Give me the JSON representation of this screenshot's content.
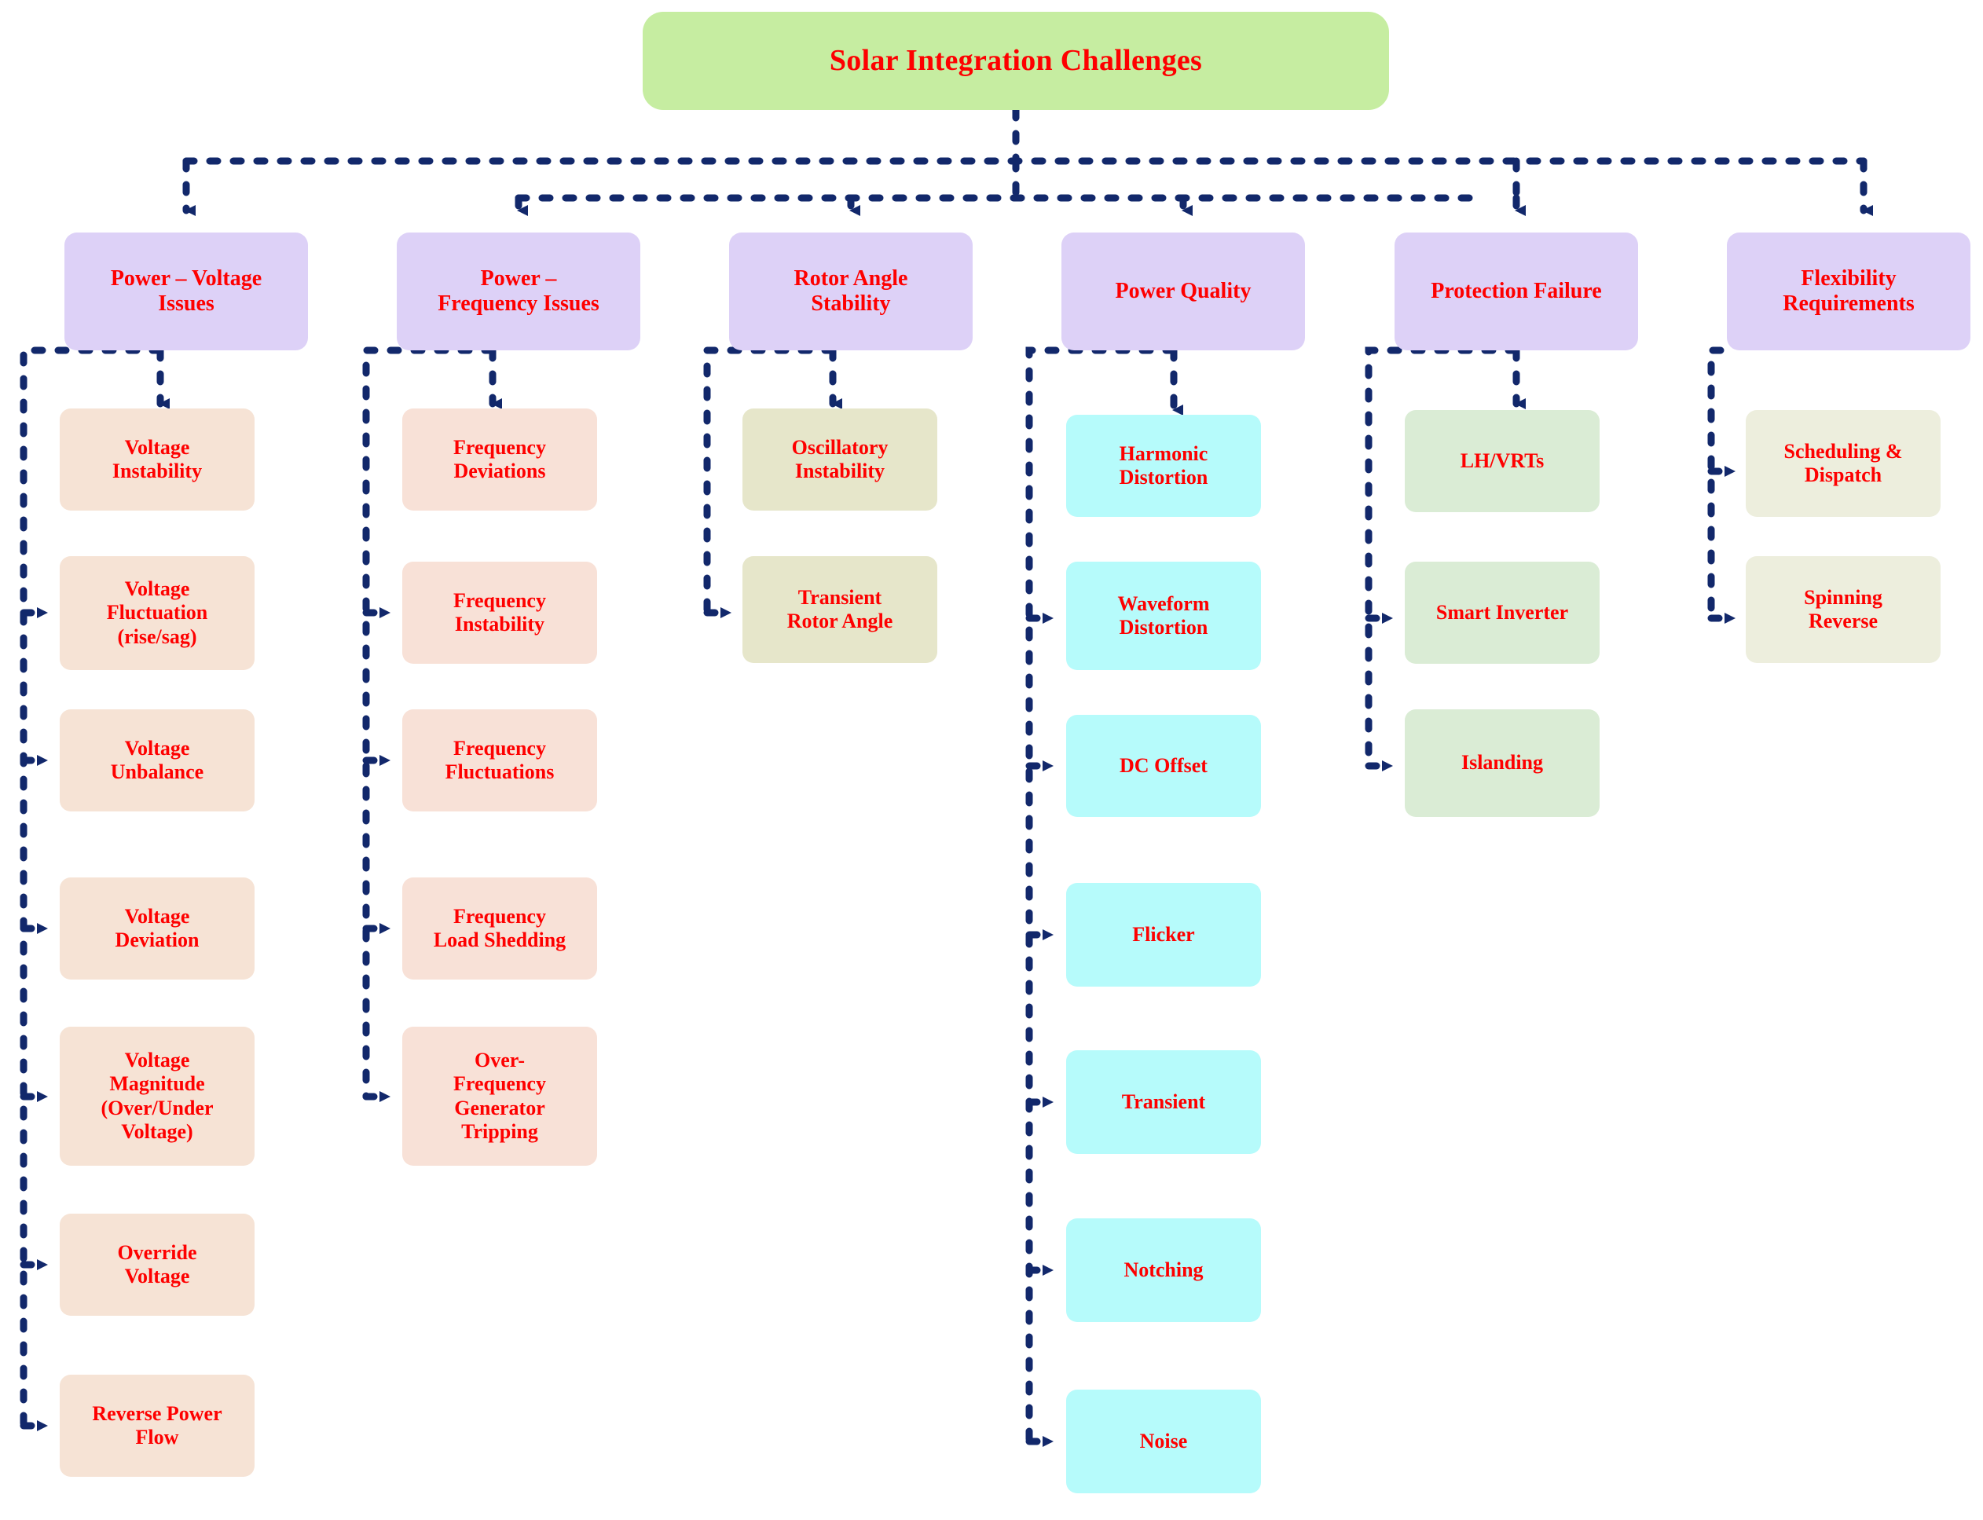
{
  "diagram": {
    "title": "Solar Integration Challenges",
    "colors": {
      "root_fill": "#c6eda1",
      "level1_fill": "#ddd1f7",
      "connector": "#12286b",
      "text": "#fe0000",
      "voltage_fill": "#f6e3d5",
      "frequency_fill": "#f8e1d7",
      "rotor_fill": "#e6e6ca",
      "power_quality_fill": "#b6fbfb",
      "protection_fill": "#daecd5",
      "flexibility_fill": "#edeedd"
    },
    "branches": [
      {
        "id": "power-voltage-issues",
        "label": "Power – Voltage\nIssues",
        "children": [
          "Voltage\nInstability",
          "Voltage\nFluctuation\n(rise/sag)",
          "Voltage\nUnbalance",
          "Voltage\nDeviation",
          "Voltage\nMagnitude\n(Over/Under\nVoltage)",
          "Override\nVoltage",
          "Reverse Power\nFlow"
        ]
      },
      {
        "id": "power-frequency-issues",
        "label": "Power –\nFrequency Issues",
        "children": [
          "Frequency\nDeviations",
          "Frequency\nInstability",
          "Frequency\nFluctuations",
          "Frequency\nLoad Shedding",
          "Over-\nFrequency\nGenerator\nTripping"
        ]
      },
      {
        "id": "rotor-angle-stability",
        "label": "Rotor Angle\nStability",
        "children": [
          "Oscillatory\nInstability",
          "Transient\nRotor Angle"
        ]
      },
      {
        "id": "power-quality",
        "label": "Power Quality",
        "children": [
          "Harmonic\nDistortion",
          "Waveform\nDistortion",
          "DC Offset",
          "Flicker",
          "Transient",
          "Notching",
          "Noise"
        ]
      },
      {
        "id": "protection-failure",
        "label": "Protection Failure",
        "children": [
          "LH/VRTs",
          "Smart Inverter",
          "Islanding"
        ]
      },
      {
        "id": "flexibility-requirements",
        "label": "Flexibility\nRequirements",
        "children": [
          "Scheduling &\nDispatch",
          "Spinning\nReverse"
        ]
      }
    ]
  }
}
